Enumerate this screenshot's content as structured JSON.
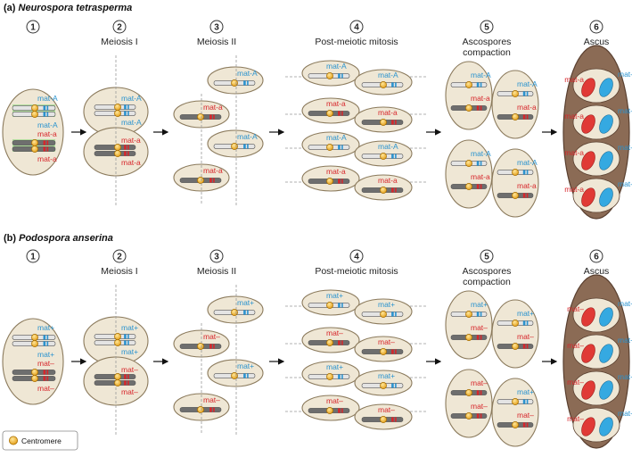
{
  "colors": {
    "cell_fill": "#efe7d5",
    "cell_stroke": "#8b7a5c",
    "ascus_fill": "#8b6b55",
    "chrom_light": "#e4e4e4",
    "chrom_dark": "#6e6e6e",
    "centromere": "#f0b429",
    "mating_A": "#2a93cf",
    "mating_a": "#d7262b",
    "spore_blue": "#35a9e1",
    "spore_red": "#e03a36",
    "pairing_green": "#9fdc8c"
  },
  "panels": [
    {
      "letter": "(a)",
      "species": "Neurospora tetrasperma",
      "steps": [
        {
          "num": "1",
          "label": ""
        },
        {
          "num": "2",
          "label": "Meiosis I"
        },
        {
          "num": "3",
          "label": "Meiosis II"
        },
        {
          "num": "4",
          "label": "Post-meiotic mitosis"
        },
        {
          "num": "5",
          "label": "Ascospores",
          "label2": "compaction"
        },
        {
          "num": "6",
          "label": "Ascus"
        }
      ],
      "alleles": {
        "light": "mat-A",
        "dark": "mat-a"
      }
    },
    {
      "letter": "(b)",
      "species": "Podospora anserina",
      "steps": [
        {
          "num": "1",
          "label": ""
        },
        {
          "num": "2",
          "label": "Meiosis I"
        },
        {
          "num": "3",
          "label": "Meiosis II"
        },
        {
          "num": "4",
          "label": "Post-meiotic mitosis"
        },
        {
          "num": "5",
          "label": "Ascospores",
          "label2": "compaction"
        },
        {
          "num": "6",
          "label": "Ascus"
        }
      ],
      "alleles": {
        "light": "mat+",
        "dark": "mat–"
      }
    }
  ],
  "legend": {
    "icon": "centromere-icon",
    "label": "Centromere"
  }
}
